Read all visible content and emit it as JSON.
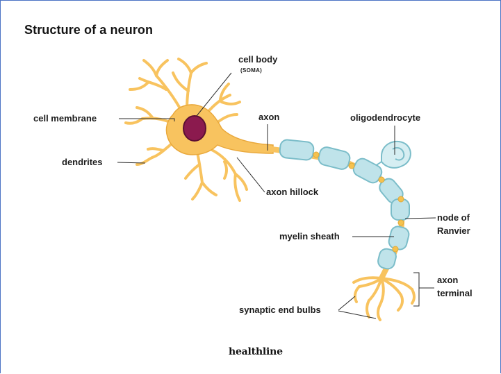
{
  "title": "Structure of a neuron",
  "labels": {
    "cell_body": "cell body",
    "soma": "(SOMA)",
    "cell_membrane": "cell membrane",
    "dendrites": "dendrites",
    "axon": "axon",
    "axon_hillock": "axon hillock",
    "oligodendrocyte": "oligodendrocyte",
    "node_of_ranvier_line1": "node of",
    "node_of_ranvier_line2": "Ranvier",
    "myelin_sheath": "myelin sheath",
    "axon_terminal_line1": "axon",
    "axon_terminal_line2": "terminal",
    "synaptic_end_bulbs": "synaptic end bulbs"
  },
  "brand": "healthline",
  "colors": {
    "neuron": "#f8c35f",
    "neuron_outline": "#e9a83b",
    "nucleus": "#8b1a4e",
    "myelin": "#bfe3ea",
    "myelin_outline": "#7bbdc9",
    "node": "#f5c24f",
    "leader_line": "#2a2a2a",
    "frame_border": "#4a72c4"
  }
}
